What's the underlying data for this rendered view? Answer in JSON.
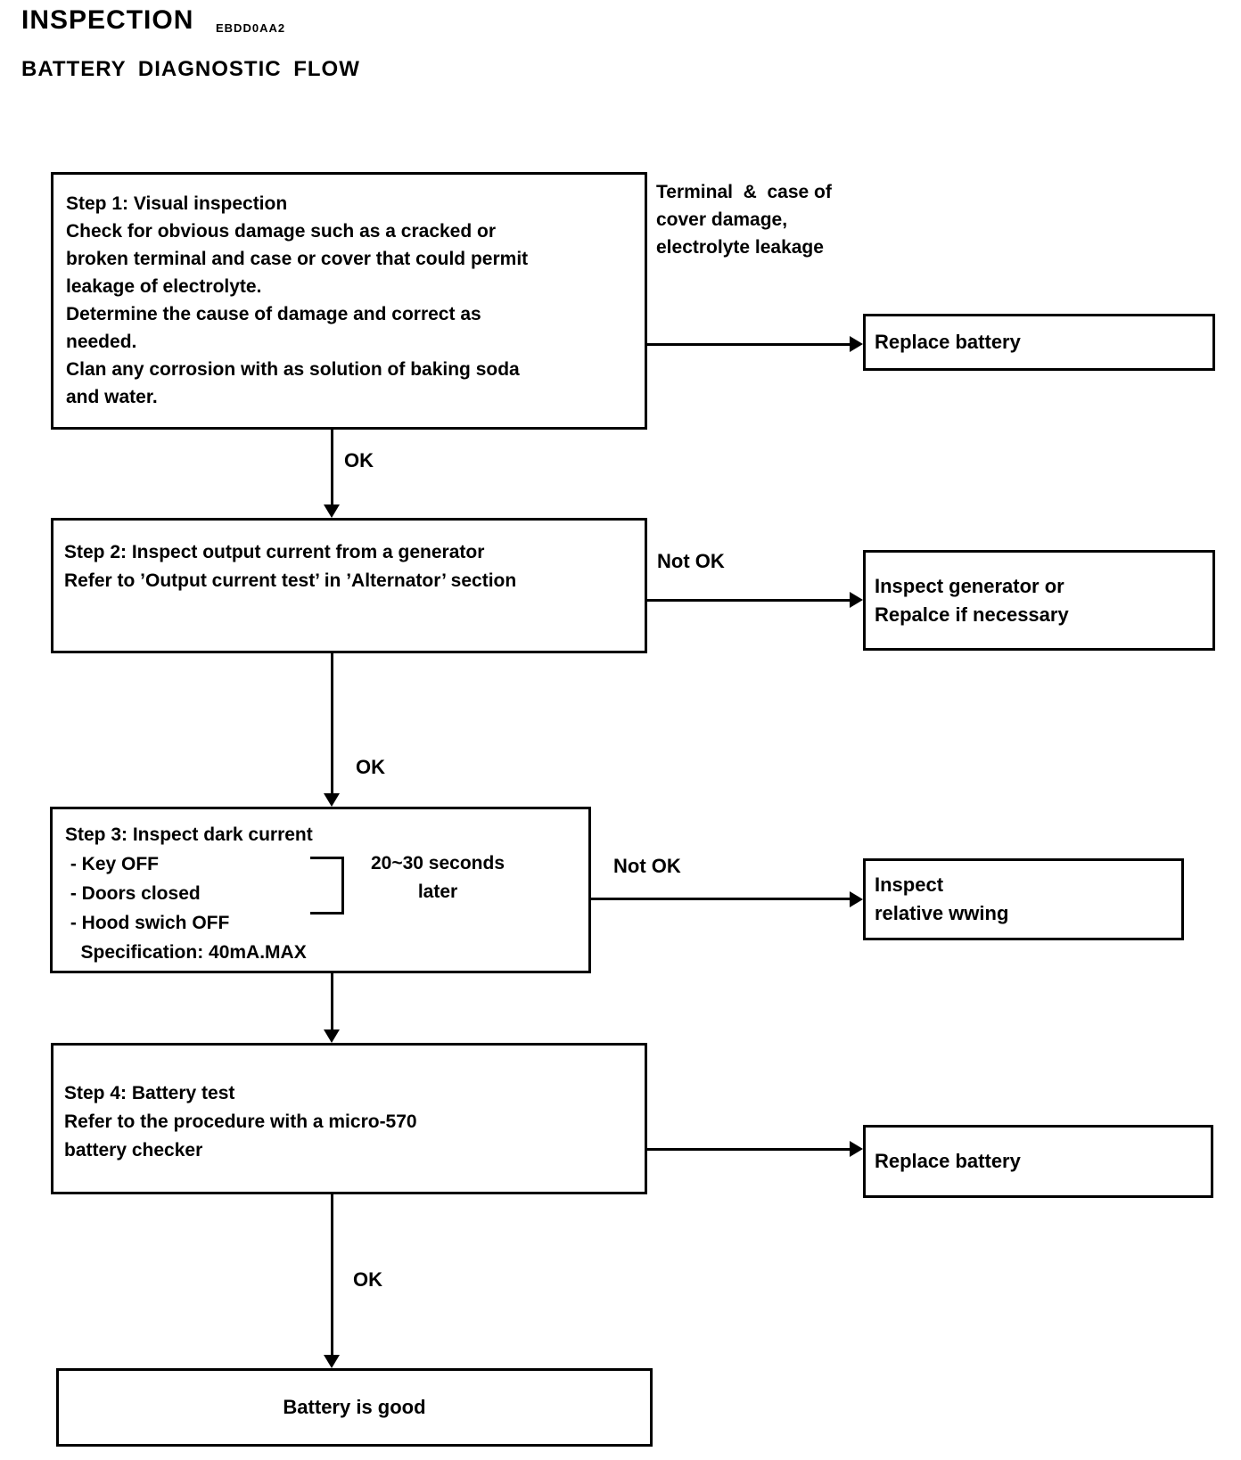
{
  "colors": {
    "ink": "#000000",
    "paper": "#ffffff"
  },
  "header": {
    "title": "INSPECTION",
    "code": "EBDD0AA2",
    "subtitle": "BATTERY DIAGNOSTIC FLOW"
  },
  "flow": {
    "step1": "Step 1: Visual inspection\nCheck for obvious damage such as a cracked or\nbroken terminal and case or cover that could permit\nleakage of electrolyte.\nDetermine the cause of damage and correct as\nneeded.\nClan any corrosion with as solution of baking soda\nand water.",
    "side_note": "Terminal  &  case of\ncover damage,\nelectrolyte leakage",
    "replace_battery_1": "Replace battery",
    "ok_1": "OK",
    "step2": "Step 2: Inspect output current from a generator\nRefer to ’Output current test’ in ’Alternator’ section",
    "not_ok_1": "Not OK",
    "inspect_generator": "Inspect generator or\nRepalce if necessary",
    "ok_2": "OK",
    "step3": "Step 3: Inspect dark current\n - Key OFF\n - Doors closed\n - Hood swich OFF\n   Specification: 40mA.MAX",
    "timing_note": "20~30 seconds\nlater",
    "not_ok_2": "Not OK",
    "inspect_wiring": "Inspect\nrelative wwing",
    "step4": "Step 4: Battery test\nRefer to the procedure with a micro-570\nbattery checker",
    "replace_battery_2": "Replace battery",
    "ok_3": "OK",
    "battery_good": "Battery is good"
  }
}
